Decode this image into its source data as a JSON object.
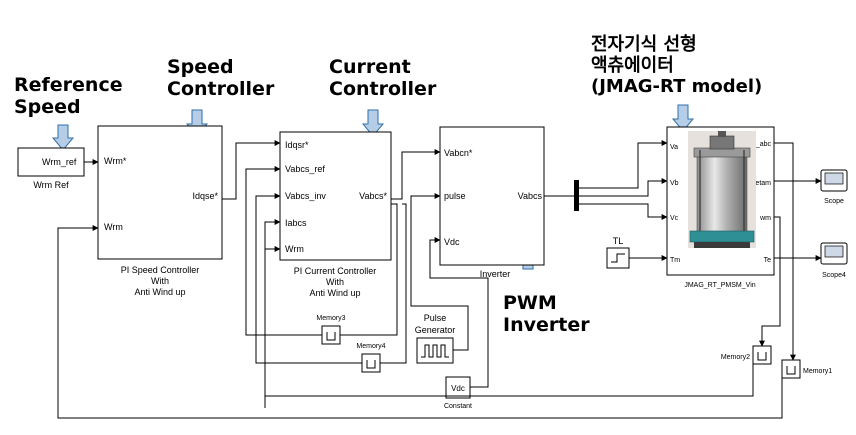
{
  "annotations": {
    "reference_speed": [
      "Reference",
      "Speed"
    ],
    "speed_controller": [
      "Speed",
      "Controller"
    ],
    "current_controller": [
      "Current",
      "Controller"
    ],
    "actuator": [
      "전자기식 선형",
      "액츄에이터",
      "(JMAG-RT model)"
    ],
    "pwm_inverter": [
      "PWM",
      "Inverter"
    ]
  },
  "blocks": {
    "wrm_ref": {
      "port": "Wrm_ref",
      "label": "Wrm Ref"
    },
    "speed_ctrl": {
      "in_ports": [
        "Wrm*",
        "Wrm"
      ],
      "out_ports": [
        "Idqse*"
      ],
      "label": [
        "PI Speed Controller",
        "With",
        "Anti Wind up"
      ]
    },
    "current_ctrl": {
      "in_ports": [
        "Idqsr*",
        "Vabcs_ref",
        "Vabcs_inv",
        "Iabcs",
        "Wrm"
      ],
      "out_ports": [
        "Vabcs*"
      ],
      "label": [
        "PI Current Controller",
        "With",
        "Anti Wind up"
      ]
    },
    "inverter": {
      "in_ports": [
        "Vabcn*",
        "pulse",
        "Vdc"
      ],
      "out_ports": [
        "Vabcs"
      ],
      "label": "Inverter"
    },
    "pmsm": {
      "in_ports": [
        "Va",
        "Vb",
        "Vc",
        "Tm"
      ],
      "out_ports": [
        "is_abc",
        "thetam",
        "wm",
        "Te"
      ],
      "label": "JMAG_RT_PMSM_Vin"
    },
    "tl": {
      "label": "TL"
    },
    "scope": {
      "label": "Scope"
    },
    "scope4": {
      "label": "Scope4"
    },
    "memory1": {
      "label": "Memory1"
    },
    "memory2": {
      "label": "Memory2"
    },
    "memory3": {
      "label": "Memory3"
    },
    "memory4": {
      "label": "Memory4"
    },
    "pulse_gen": {
      "label": [
        "Pulse",
        "Generator"
      ]
    },
    "constant": {
      "value": "Vdc",
      "label": "Constant"
    }
  },
  "colors": {
    "arrow_fill": "#b5cde7",
    "arrow_stroke": "#2f6fa8",
    "line": "#000000"
  }
}
